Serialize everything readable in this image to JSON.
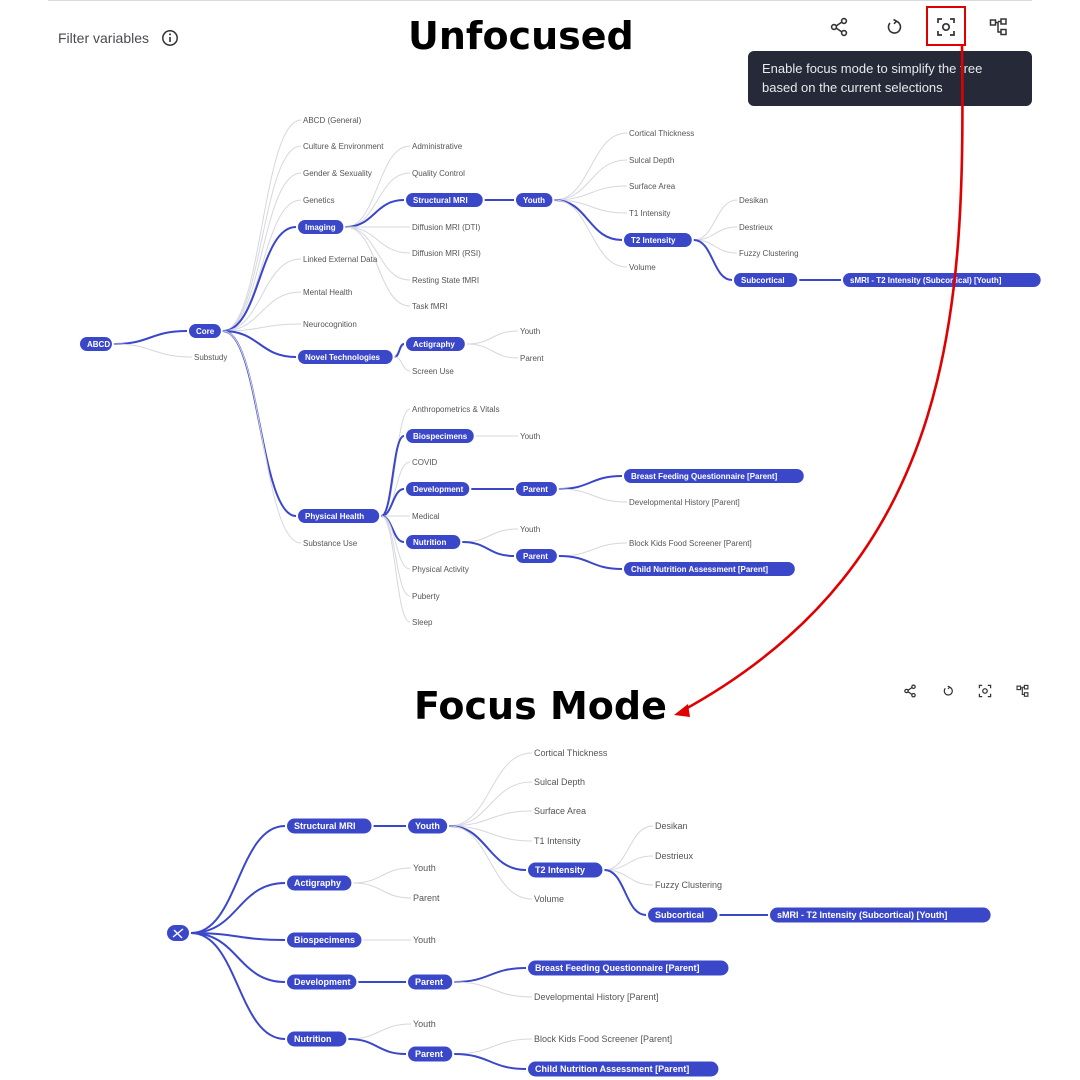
{
  "toolbar": {
    "filter_label": "Filter variables",
    "tooltip": "Enable focus mode to simplify the tree based on the current selections"
  },
  "titles": {
    "unfocused": "Unfocused",
    "focus": "Focus Mode"
  },
  "icons": [
    "info-icon",
    "share-icon",
    "reset-icon",
    "focus-mode-icon",
    "tree-layout-icon"
  ],
  "colors": {
    "accent": "#3b47c9",
    "annotation": "#e00000",
    "tooltip_bg": "#262a38"
  },
  "unfocused_tree": {
    "root": "ABCD",
    "level1": [
      "Core",
      "Substudy"
    ],
    "core_children": [
      "ABCD (General)",
      "Culture & Environment",
      "Gender & Sexuality",
      "Genetics",
      "Imaging",
      "Linked External Data",
      "Mental Health",
      "Neurocognition",
      "Novel Technologies",
      "Physical Health",
      "Substance Use"
    ],
    "imaging_children": [
      "Administrative",
      "Quality Control",
      "Structural MRI",
      "Diffusion MRI (DTI)",
      "Diffusion MRI (RSI)",
      "Resting State fMRI",
      "Task fMRI"
    ],
    "structural_mri_children": [
      "Youth"
    ],
    "youth_children": [
      "Cortical Thickness",
      "Sulcal Depth",
      "Surface Area",
      "T1 Intensity",
      "T2 Intensity",
      "Volume"
    ],
    "t2_children": [
      "Desikan",
      "Destrieux",
      "Fuzzy Clustering",
      "Subcortical"
    ],
    "subcortical_children": [
      "sMRI - T2 Intensity (Subcortical) [Youth]"
    ],
    "novel_children": [
      "Actigraphy",
      "Screen Use"
    ],
    "actigraphy_children": [
      "Youth",
      "Parent"
    ],
    "physical_children": [
      "Anthropometrics & Vitals",
      "Biospecimens",
      "COVID",
      "Development",
      "Medical",
      "Nutrition",
      "Physical Activity",
      "Puberty",
      "Sleep"
    ],
    "biospecimens_children": [
      "Youth"
    ],
    "development_children": [
      "Parent"
    ],
    "dev_parent_children": [
      "Breast Feeding Questionnaire [Parent]",
      "Developmental History [Parent]"
    ],
    "nutrition_children": [
      "Youth",
      "Parent"
    ],
    "nut_parent_children": [
      "Block Kids Food Screener [Parent]",
      "Child Nutrition Assessment [Parent]"
    ]
  },
  "focus_tree": {
    "level1": [
      "Structural MRI",
      "Actigraphy",
      "Biospecimens",
      "Development",
      "Nutrition"
    ],
    "smri_children": [
      "Youth"
    ],
    "youth_children": [
      "Cortical Thickness",
      "Sulcal Depth",
      "Surface Area",
      "T1 Intensity",
      "T2 Intensity",
      "Volume"
    ],
    "t2_children": [
      "Desikan",
      "Destrieux",
      "Fuzzy Clustering",
      "Subcortical"
    ],
    "subcortical_children": [
      "sMRI - T2 Intensity (Subcortical) [Youth]"
    ],
    "actigraphy_children": [
      "Youth",
      "Parent"
    ],
    "biospecimens_children": [
      "Youth"
    ],
    "development_children": [
      "Parent"
    ],
    "dev_parent_children": [
      "Breast Feeding Questionnaire [Parent]",
      "Developmental History [Parent]"
    ],
    "nutrition_children": [
      "Youth",
      "Parent"
    ],
    "nut_parent_children": [
      "Block Kids Food Screener [Parent]",
      "Child Nutrition Assessment [Parent]"
    ]
  }
}
